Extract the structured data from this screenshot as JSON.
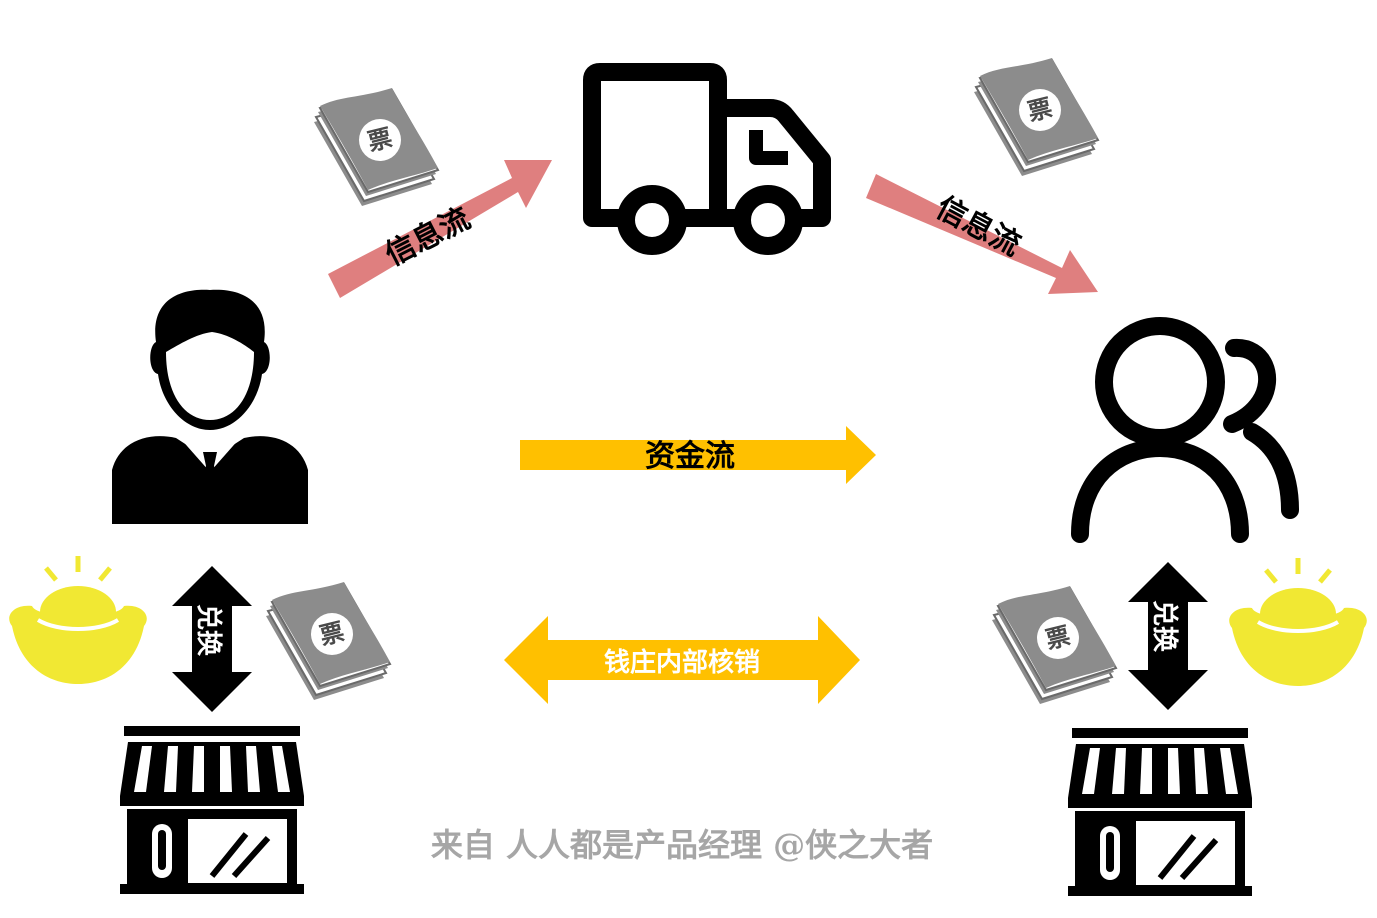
{
  "labels": {
    "info_flow_left": "信息流",
    "info_flow_right": "信息流",
    "fund_flow": "资金流",
    "internal_settlement": "钱庄内部核销",
    "exchange_left": "兑换",
    "exchange_right": "兑换",
    "bill_glyph": "票",
    "watermark": "来自 人人都是产品经理 @侠之大者"
  },
  "colors": {
    "info_arrow": "#df7f7f",
    "fund_arrow": "#ffc000",
    "gold": "#f1e833",
    "bill_grey": "#8c8c8c",
    "bill_dark": "#4a4a4a",
    "icon": "#000000",
    "watermark": "#a6a6a6"
  },
  "icons": [
    "businessman-icon",
    "truck-icon",
    "user-group-icon",
    "bill-stack-icon",
    "gold-ingot-icon",
    "shop-icon",
    "double-arrow-icon"
  ]
}
